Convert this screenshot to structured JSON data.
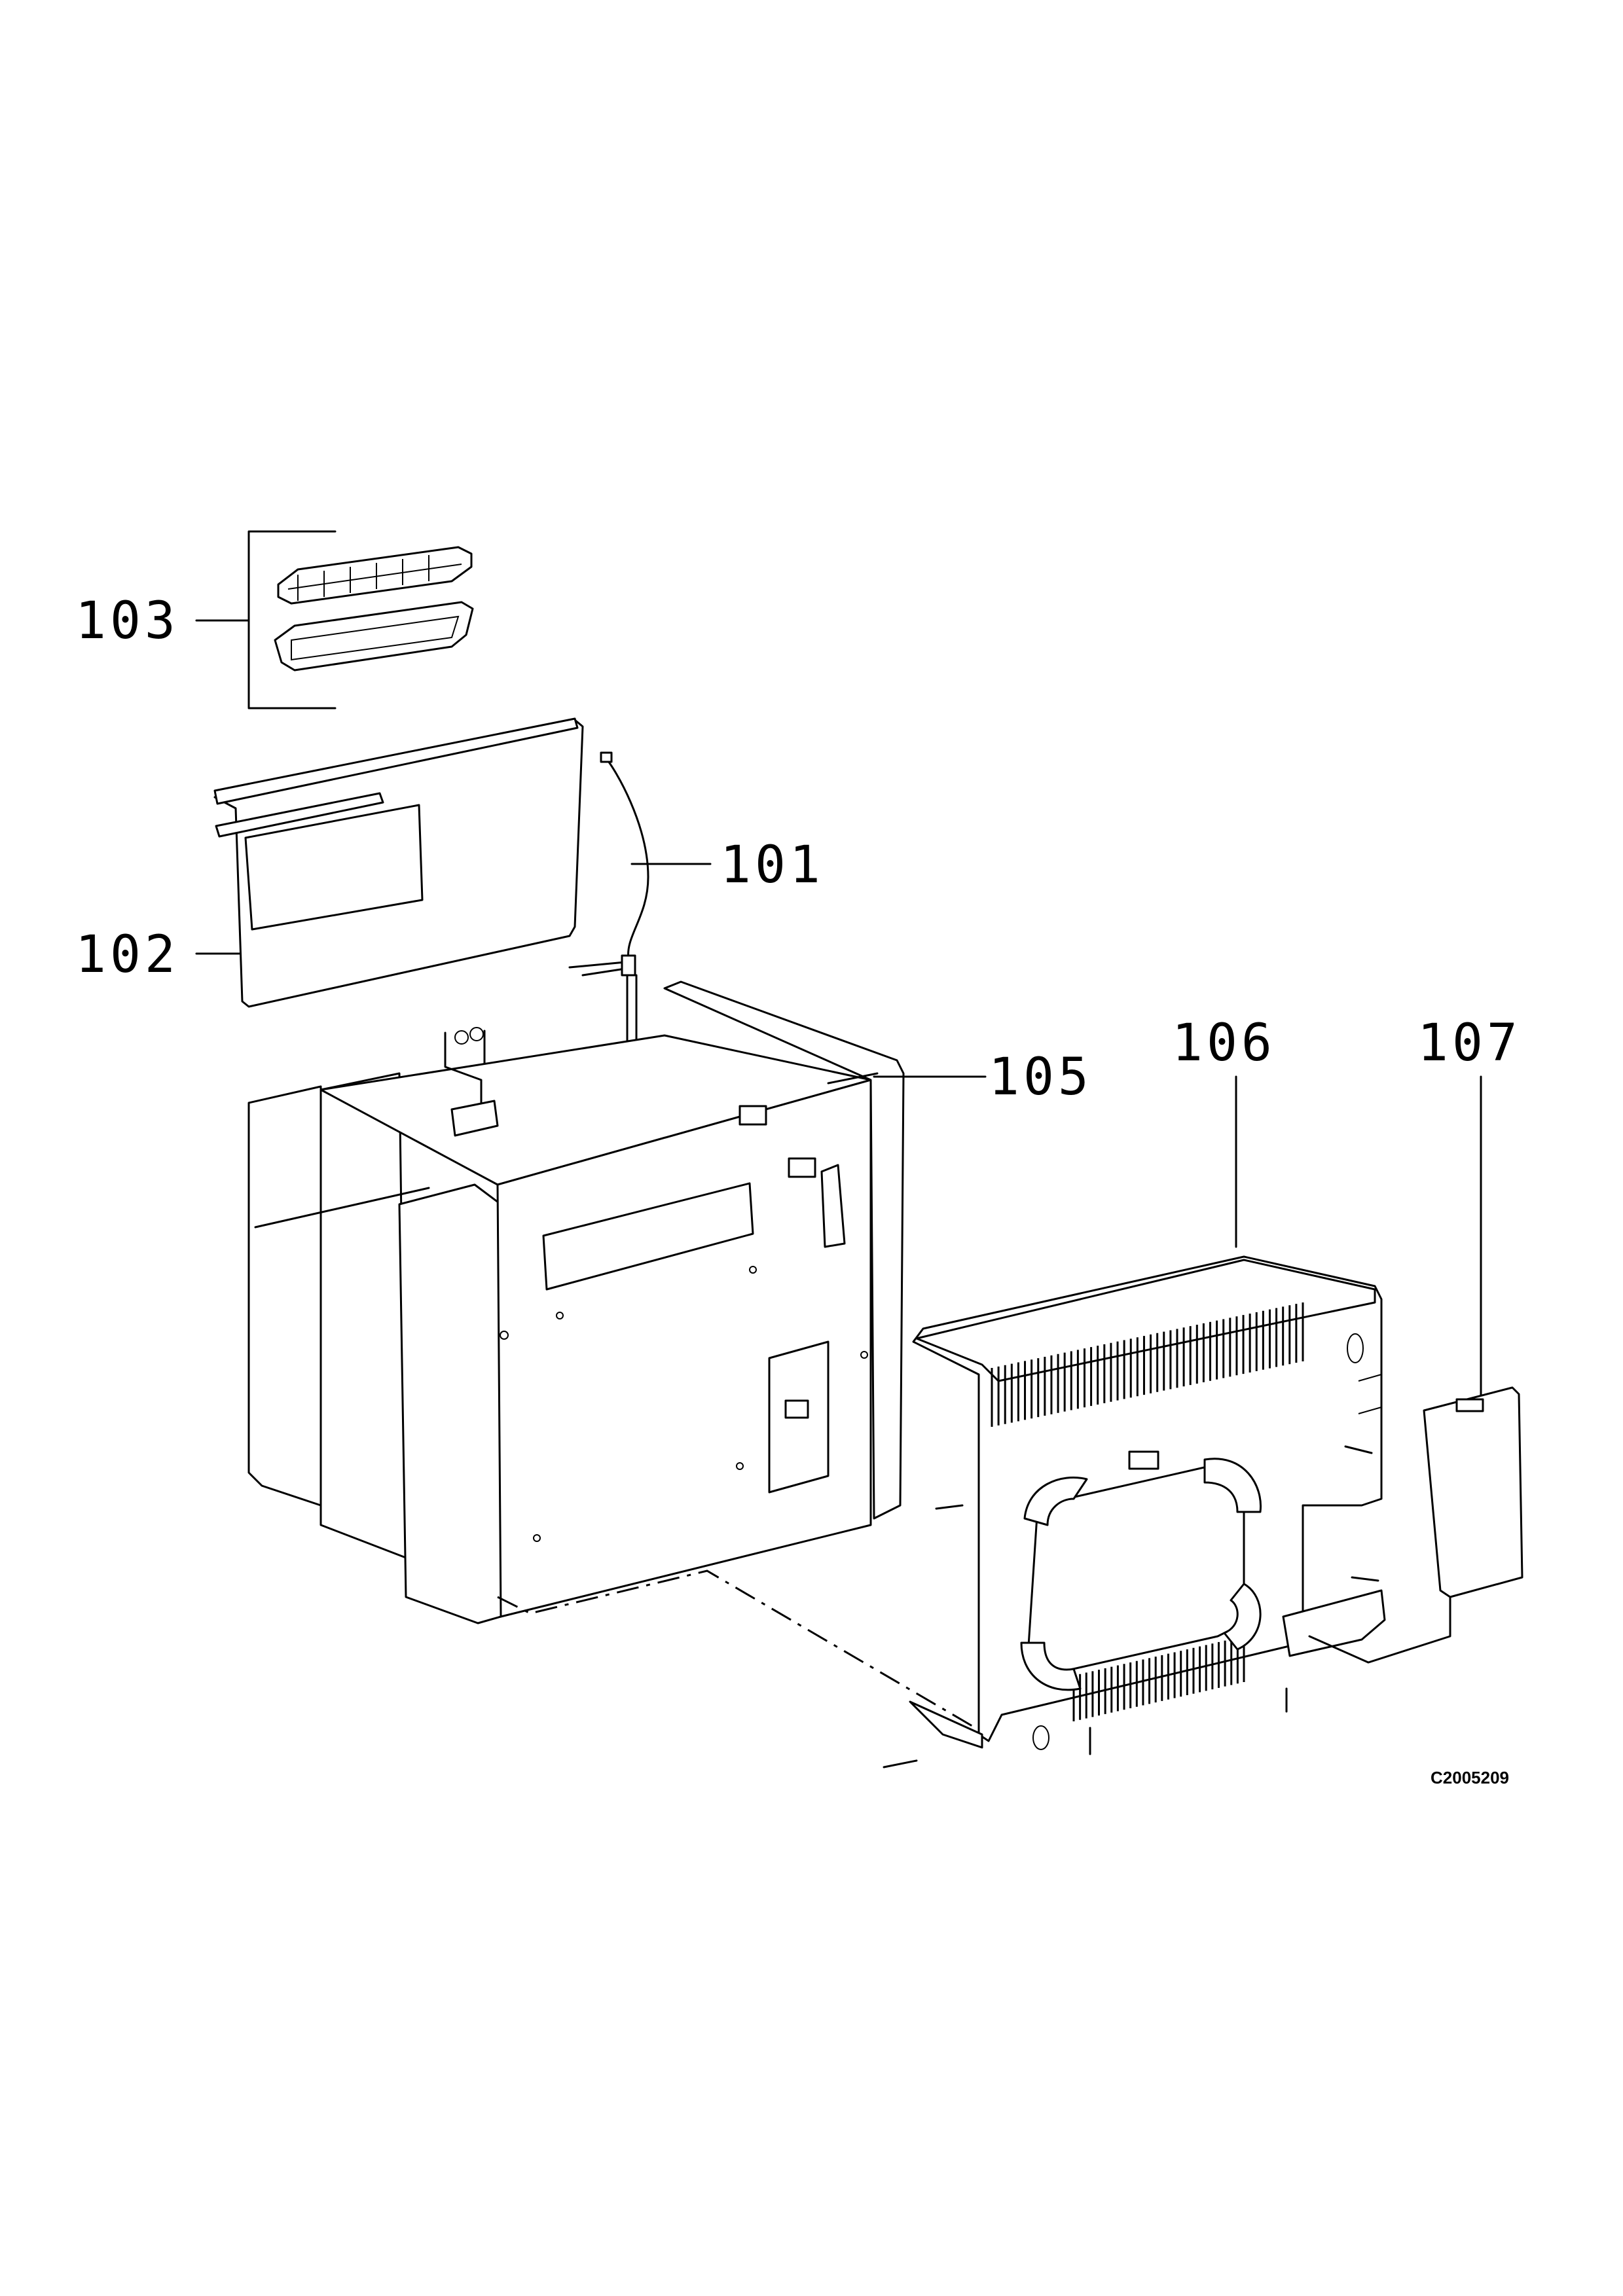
{
  "diagram": {
    "callouts": [
      {
        "id": "101",
        "label": "101"
      },
      {
        "id": "102",
        "label": "102"
      },
      {
        "id": "103",
        "label": "103"
      },
      {
        "id": "105",
        "label": "105"
      },
      {
        "id": "106",
        "label": "106"
      },
      {
        "id": "107",
        "label": "107"
      }
    ],
    "drawing_code": "C2005209"
  }
}
